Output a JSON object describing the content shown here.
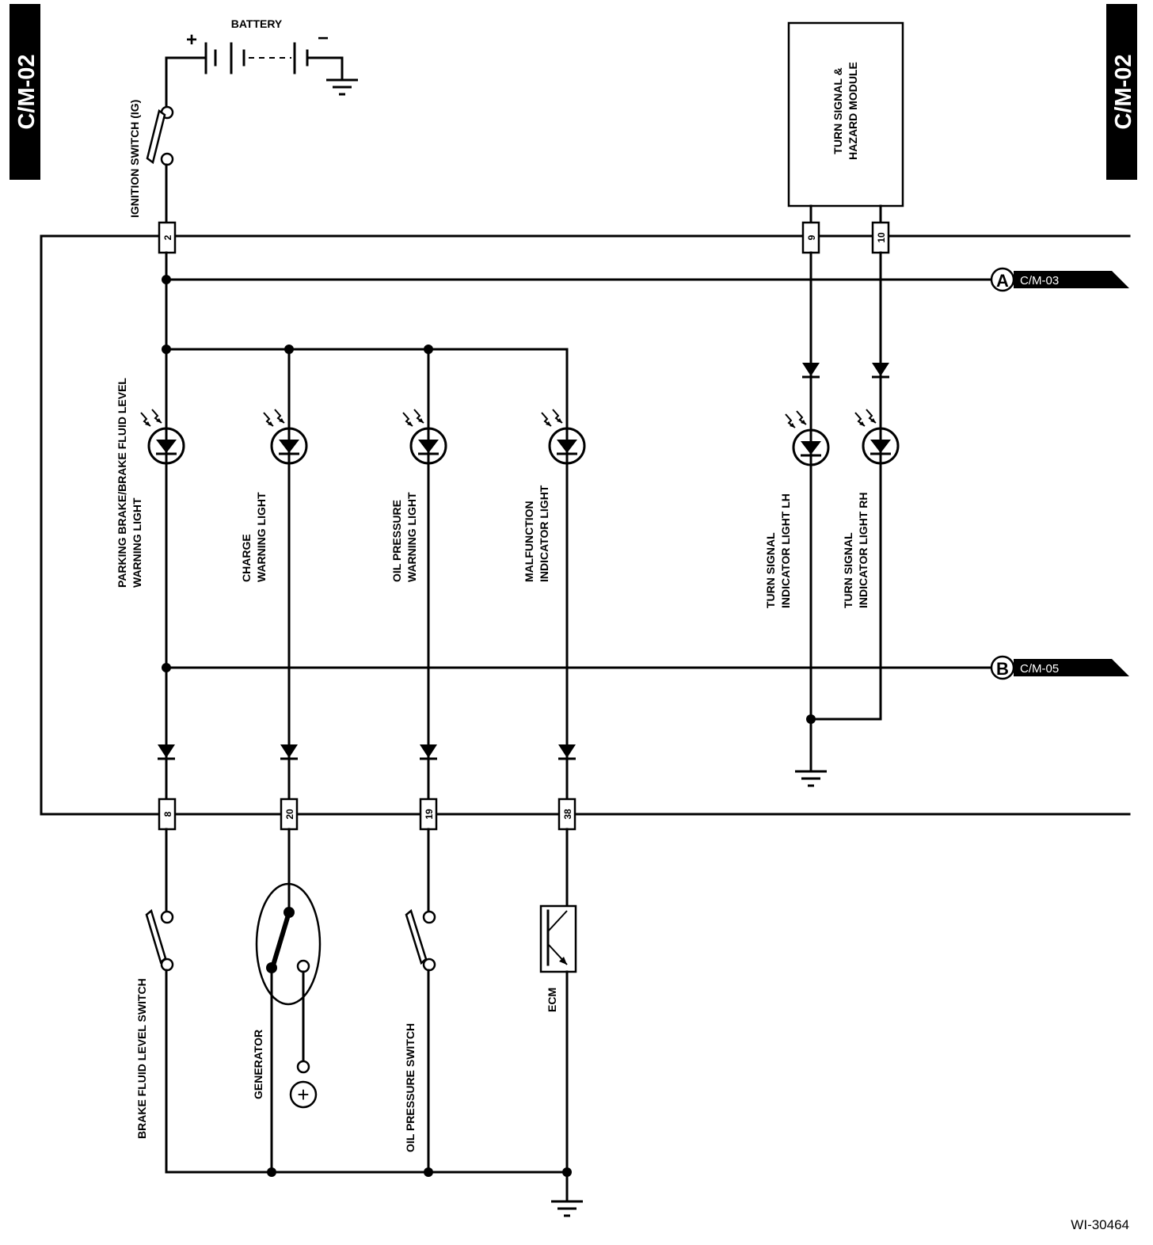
{
  "page_tabs": {
    "left": "C/M-02",
    "right": "C/M-02"
  },
  "battery": {
    "label": "BATTERY",
    "plus": "+",
    "minus": "−"
  },
  "ignition_switch": {
    "label": "IGNITION SWITCH (IG)"
  },
  "module": {
    "line1": "TURN SIGNAL &",
    "line2": "HAZARD MODULE"
  },
  "connector_pins": {
    "ig": "2",
    "lh": "9",
    "rh": "10",
    "brake": "8",
    "charge": "20",
    "oil": "19",
    "mil": "38"
  },
  "references": {
    "a_letter": "A",
    "a_target": "C/M-03",
    "b_letter": "B",
    "b_target": "C/M-05"
  },
  "lights": {
    "brake": {
      "line1": "PARKING BRAKE/BRAKE FLUID LEVEL",
      "line2": "WARNING LIGHT"
    },
    "charge": {
      "line1": "CHARGE",
      "line2": "WARNING LIGHT"
    },
    "oil": {
      "line1": "OIL PRESSURE",
      "line2": "WARNING LIGHT"
    },
    "mil": {
      "line1": "MALFUNCTION",
      "line2": "INDICATOR LIGHT"
    },
    "turn_lh": {
      "line1": "TURN SIGNAL",
      "line2": "INDICATOR LIGHT LH"
    },
    "turn_rh": {
      "line1": "TURN SIGNAL",
      "line2": "INDICATOR LIGHT RH"
    }
  },
  "components": {
    "brake_switch": "BRAKE FLUID LEVEL SWITCH",
    "generator": "GENERATOR",
    "generator_terminal": "+",
    "oil_switch": "OIL PRESSURE SWITCH",
    "ecm": "ECM"
  },
  "figure_code": "WI-30464"
}
